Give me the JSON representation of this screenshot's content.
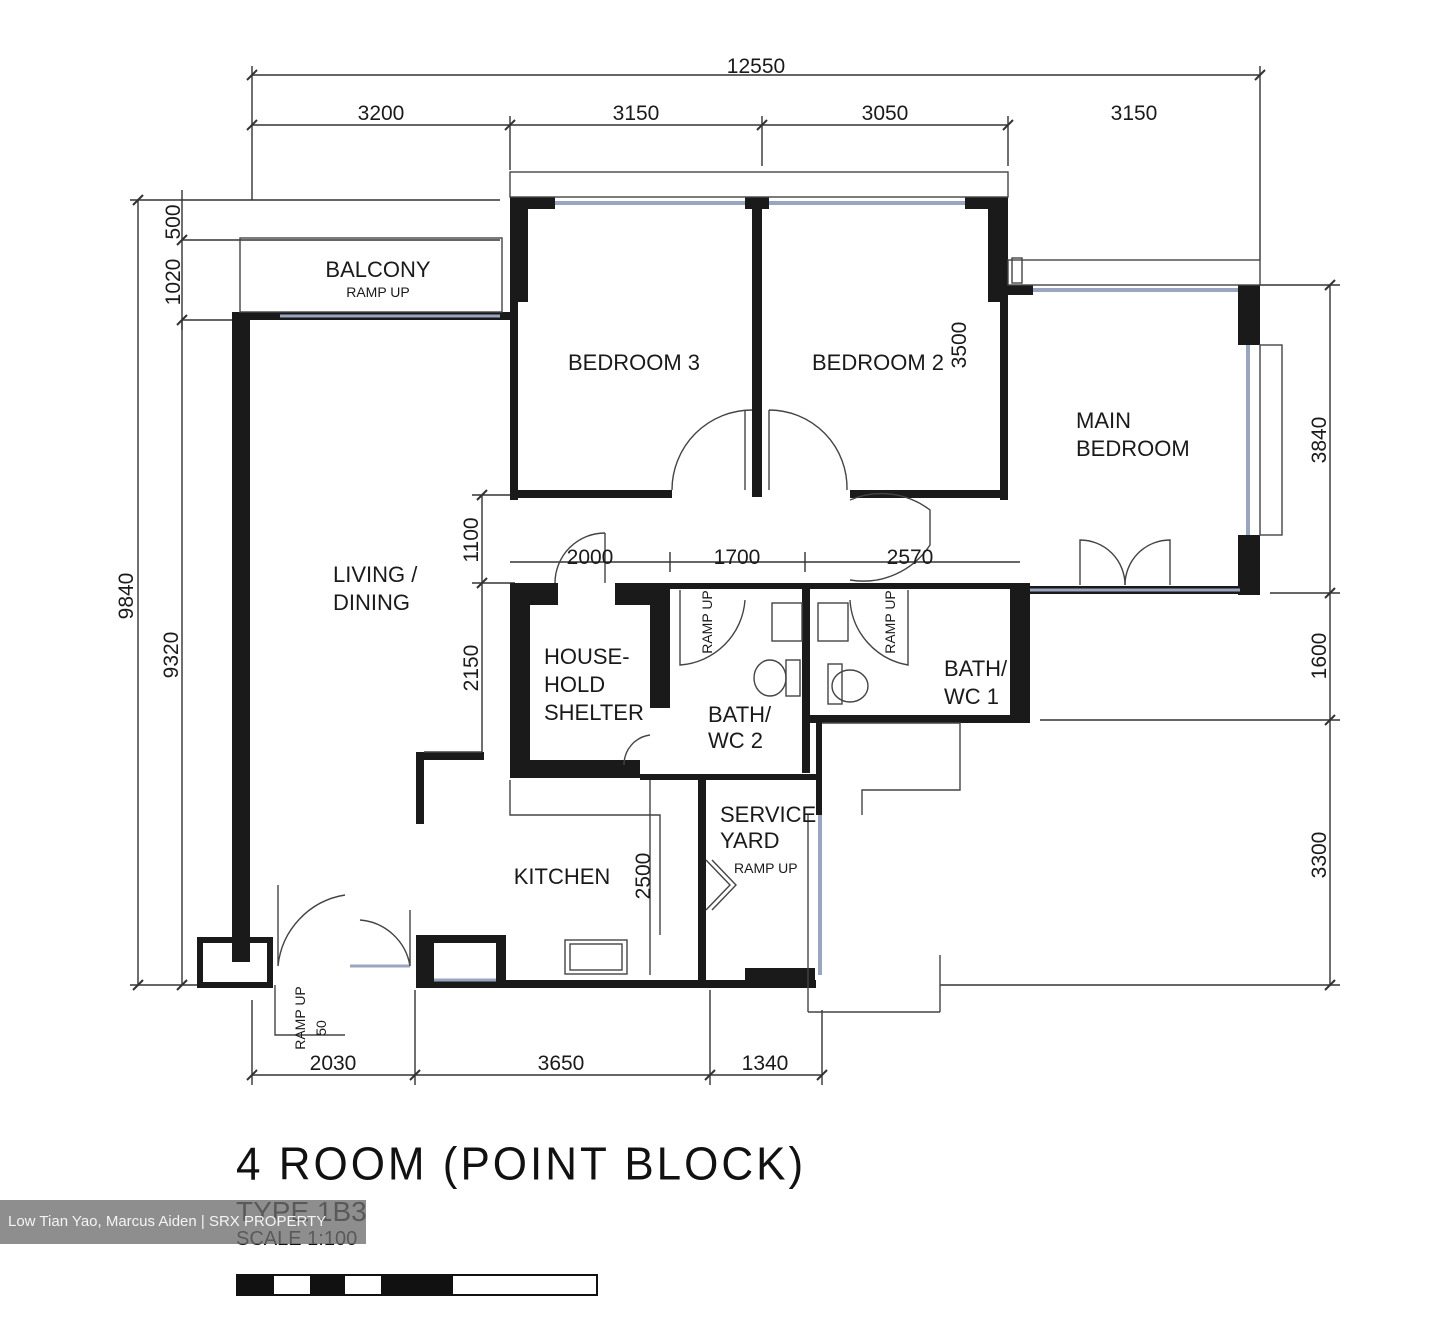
{
  "dimensions": {
    "overall_width": "12550",
    "top": [
      "3200",
      "3150",
      "3050",
      "3150"
    ],
    "left_outer": [
      "500",
      "1020",
      "9840"
    ],
    "left_inner": "9320",
    "corridor": [
      "1100",
      "2150"
    ],
    "inner_row": [
      "2000",
      "1700",
      "2570"
    ],
    "bedroom_height": "3500",
    "right": [
      "3840",
      "1600",
      "3300"
    ],
    "kitchen_depth": "2500",
    "bottom": [
      "2030",
      "3650",
      "1340"
    ],
    "bottom_small": "50"
  },
  "rooms": {
    "balcony": "BALCONY",
    "balcony_ramp": "RAMP UP",
    "bedroom3": "BEDROOM 3",
    "bedroom2": "BEDROOM 2",
    "main_bedroom": [
      "MAIN",
      "BEDROOM"
    ],
    "living_dining": [
      "LIVING /",
      "DINING"
    ],
    "household_shelter": [
      "HOUSE-",
      "HOLD",
      "SHELTER"
    ],
    "bath_wc2": [
      "BATH/",
      "WC 2"
    ],
    "bath_wc1": [
      "BATH/",
      "WC 1"
    ],
    "kitchen": "KITCHEN",
    "service_yard": [
      "SERVICE",
      "YARD"
    ],
    "ramp_up": "RAMP UP",
    "ramp_up_short": "RAMP UP"
  },
  "title_block": {
    "title": "4 ROOM (POINT BLOCK)",
    "type": "TYPE 1B3",
    "scale": "SCALE 1:100"
  },
  "watermark": "Low Tian Yao, Marcus Aiden | SRX PROPERTY",
  "colors": {
    "wall": "#1a1a1a",
    "window": "#9aa6c0",
    "line": "#333333"
  }
}
